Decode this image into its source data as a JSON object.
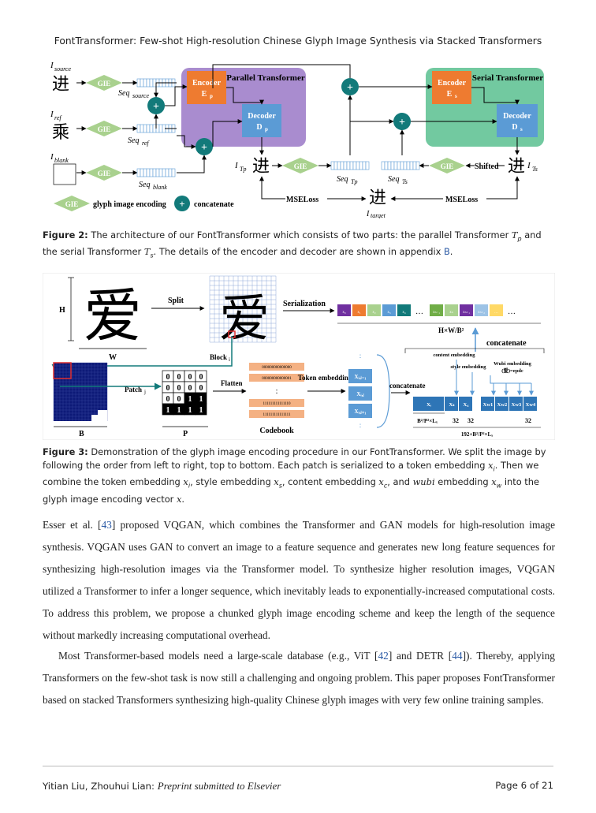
{
  "running_header": "FontTransformer: Few-shot High-resolution Chinese Glyph Image Synthesis via Stacked Transformers",
  "fig2": {
    "glyph_jin": "进",
    "glyph_cheng": "乘",
    "i_source": "I",
    "i_source_sub": "source",
    "i_ref": "I",
    "i_ref_sub": "ref",
    "i_blank": "I",
    "i_blank_sub": "blank",
    "gie": "GIE",
    "seq": "Seq",
    "seq_source_sub": "source",
    "seq_ref_sub": "ref",
    "seq_blank_sub": "blank",
    "parallel_title": "Parallel Transformer",
    "serial_title": "Serial Transformer",
    "encoder": "Encoder",
    "decoder": "Decoder",
    "ep": "E",
    "dp": "D",
    "es": "E",
    "ds": "D",
    "sub_p": "p",
    "sub_s": "s",
    "i_tp": "I",
    "i_tp_sub": "Tp",
    "i_ts": "I",
    "i_ts_sub": "Ts",
    "seq_tp_sub": "Tp",
    "seq_ts_sub": "Ts",
    "shifted": "Shifted",
    "mseloss": "MSELoss",
    "i_target": "I",
    "i_target_sub": "target",
    "legend_gie_label": "glyph image encoding",
    "legend_concat_label": "concatenate",
    "plus": "+"
  },
  "fig2_caption": {
    "label": "Figure 2:",
    "text1": " The architecture of our FontTransformer which consists of two parts: the parallel Transformer ",
    "tp": "T",
    "tp_sub": "p",
    "text2": " and the serial Transformer ",
    "ts": "T",
    "ts_sub": "s",
    "text3": ". The details of the encoder and decoder are shown in appendix ",
    "link": "B",
    "text4": "."
  },
  "fig3": {
    "glyph_ai": "爱",
    "h": "H",
    "w": "W",
    "split": "Split",
    "serialization": "Serialization",
    "block": "Block",
    "block_sub": "i",
    "patch": "Patch",
    "patch_sub": "j",
    "b": "B",
    "p": "P",
    "flatten": "Flatten",
    "codebook": "Codebook",
    "token_embedding": "Token embedding",
    "concatenate1": "concatenate",
    "concatenate2": "concatenate",
    "content_embedding": "content embedding",
    "style_embedding": "style embedding",
    "wubi_embedding": "Wubi embedding",
    "wubi_code": "(爱)=epdc",
    "hwb2": "H×W/B²",
    "dim_b2": "B²/P²×Lₓ",
    "dim_32a": "32",
    "dim_32b": "32",
    "dim_32c": "32",
    "dim_total": "192+B²/P²×Lₓ",
    "seq_tokens": [
      "x₀",
      "x₁",
      "x₂",
      "x₃",
      "x₄",
      "…",
      "xₙ₋₁",
      "xₙ",
      "xₙ₊₁",
      "xₙ₊₂",
      "…"
    ],
    "patch_grid": [
      [
        "0",
        "0",
        "0",
        "0"
      ],
      [
        "0",
        "0",
        "0",
        "0"
      ],
      [
        "0",
        "0",
        "1",
        "1"
      ],
      [
        "1",
        "1",
        "1",
        "1"
      ]
    ],
    "codebook_row": "000000000000000",
    "codebook_row2": "000000000000001",
    "codebook_row3": "111111111111110",
    "codebook_row4": "111111111111111",
    "tok_list": [
      "Xᵢ,ⱼ₋₁",
      "Xᵢ,ⱼ",
      "Xᵢ,ⱼ₊₁"
    ],
    "vec_items": [
      "Xᵢ",
      "Xₛ",
      "X꜀",
      "Xw1",
      "Xw2",
      "Xw3",
      "Xw4"
    ],
    "colon": ":"
  },
  "fig3_caption": {
    "label": "Figure 3:",
    "text": " Demonstration of the glyph image encoding procedure in our FontTransformer. We split the image by following the order from left to right, top to bottom. Each patch is serialized to a token embedding ",
    "xi": "x",
    "xi_sub": "i",
    "text2": ". Then we combine the token embedding ",
    "text3": ", style embedding ",
    "xs_sub": "s",
    "text4": ", content embedding ",
    "xc_sub": "c",
    "text5": ", and ",
    "wubi": "wubi",
    "text6": " embedding ",
    "xw_sub": "w",
    "text7": " into the glyph image encoding vector ",
    "x": "x",
    "text8": "."
  },
  "para1": {
    "a": "Esser et al. [",
    "ref43": "43",
    "b": "] proposed VQGAN, which combines the Transformer and GAN models for high-resolution image synthesis. VQGAN uses GAN to convert an image to a feature sequence and generates new long feature sequences for synthesizing high-resolution images via the Transformer model. To synthesize higher resolution images, VQGAN utilized a Transformer to infer a longer sequence, which inevitably leads to exponentially-increased computational costs. To address this problem, we propose a chunked glyph image encoding scheme and keep the length of the sequence without markedly increasing computational overhead."
  },
  "para2": {
    "a": "Most Transformer-based models need a large-scale database (e.g., ViT [",
    "ref42": "42",
    "b": "] and DETR [",
    "ref44": "44",
    "c": "]). Thereby, applying Transformers on the few-shot task is now still a challenging and ongoing problem. This paper proposes FontTransformer based on stacked Transformers synthesizing high-quality Chinese glyph images with very few online training samples."
  },
  "footer": {
    "authors": "Yitian Liu, Zhouhui Lian: ",
    "venue": "Preprint submitted to Elsevier",
    "page": "Page 6 of 21"
  },
  "colors": {
    "parallel_bg": "#a98ccf",
    "serial_bg": "#72c9a0",
    "encoder": "#ee7b30",
    "decoder": "#5b9bd5",
    "gie": "#a9d18e",
    "concat": "#127a7a",
    "link": "#2b5aa5"
  }
}
